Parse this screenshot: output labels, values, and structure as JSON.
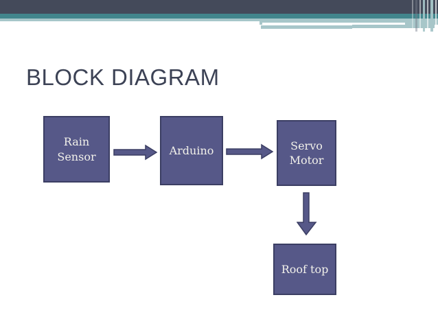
{
  "slide": {
    "title": "BLOCK DIAGRAM",
    "background_color": "#ffffff",
    "title_color": "#3C4255"
  },
  "header": {
    "dark_bar_color": "#444A5A",
    "teal_bar_color": "#42858C",
    "light_teal_color": "#A7C6C9"
  },
  "diagram": {
    "box_fill_color": "#565888",
    "box_border_color": "#3B3E63",
    "box_text_color": "#F2F1EA",
    "boxes": [
      {
        "id": "rain-sensor",
        "label": "Rain\nSensor"
      },
      {
        "id": "arduino",
        "label": "Arduino"
      },
      {
        "id": "servo-motor",
        "label": "Servo\nMotor"
      },
      {
        "id": "roof-top",
        "label": "Roof top"
      }
    ],
    "connections": [
      {
        "from": "rain-sensor",
        "to": "arduino",
        "direction": "right"
      },
      {
        "from": "arduino",
        "to": "servo-motor",
        "direction": "right"
      },
      {
        "from": "servo-motor",
        "to": "roof-top",
        "direction": "down"
      }
    ]
  }
}
